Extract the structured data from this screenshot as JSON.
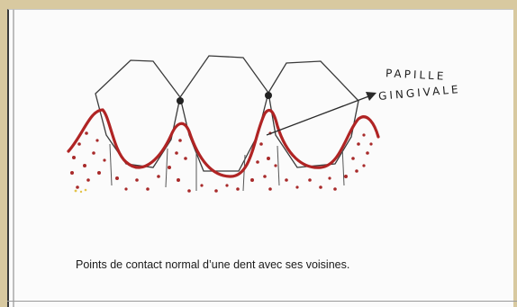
{
  "annotation": {
    "line1": "PAPILLE",
    "line2": "GINGIVALE"
  },
  "caption": "Points de contact normal d’une dent avec ses voisines.",
  "colors": {
    "gum": "#b02424",
    "outline": "#3a3a3a",
    "contact": "#222222"
  }
}
